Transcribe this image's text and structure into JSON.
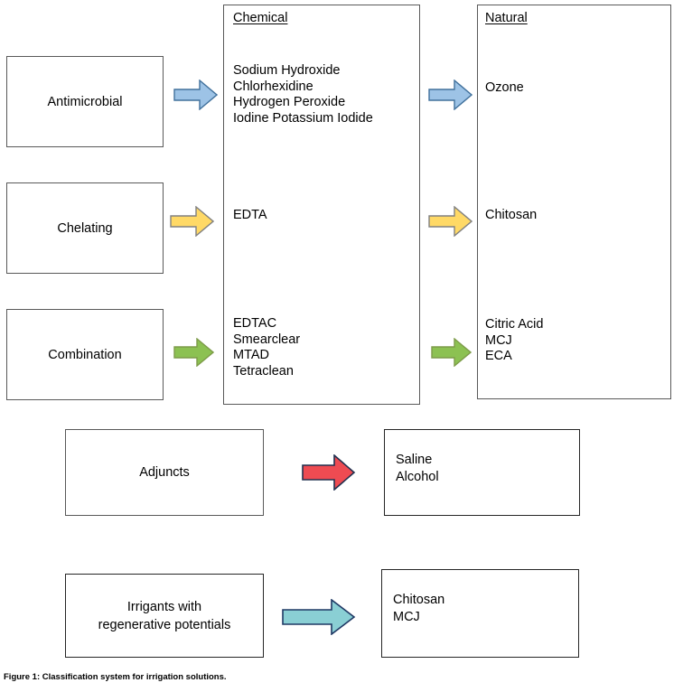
{
  "figure": {
    "caption_label": "Figure 1:",
    "caption_text": "Classification system for irrigation solutions."
  },
  "columns": {
    "chemical": {
      "header": "Chemical"
    },
    "natural": {
      "header": "Natural"
    }
  },
  "rows": [
    {
      "category": "Antimicrobial",
      "arrow_color_fill": "#9dc3e6",
      "arrow_color_stroke": "#41719c",
      "chemical_items": "Sodium Hydroxide\nChlorhexidine\nHydrogen Peroxide\nIodine Potassium Iodide",
      "natural_items": "Ozone"
    },
    {
      "category": "Chelating",
      "arrow_color_fill": "#ffd966",
      "arrow_color_stroke": "#808080",
      "chemical_items": "EDTA",
      "natural_items": "Chitosan"
    },
    {
      "category": "Combination",
      "arrow_color_fill": "#8cc152",
      "arrow_color_stroke": "#7d9b49",
      "chemical_items": "EDTAC\nSmearclear\nMTAD\nTetraclean",
      "natural_items": "Citric Acid\nMCJ\nECA"
    },
    {
      "category": "Adjuncts",
      "arrow_color_fill": "#ee4b52",
      "arrow_color_stroke": "#20304f",
      "result_items": "Saline\nAlcohol"
    },
    {
      "category": "Irrigants with\nregenerative potentials",
      "arrow_color_fill": "#8acfd4",
      "arrow_color_stroke": "#1f3864",
      "result_items": "Chitosan\nMCJ"
    }
  ],
  "icons": {
    "arrow": "right-arrow-icon"
  }
}
